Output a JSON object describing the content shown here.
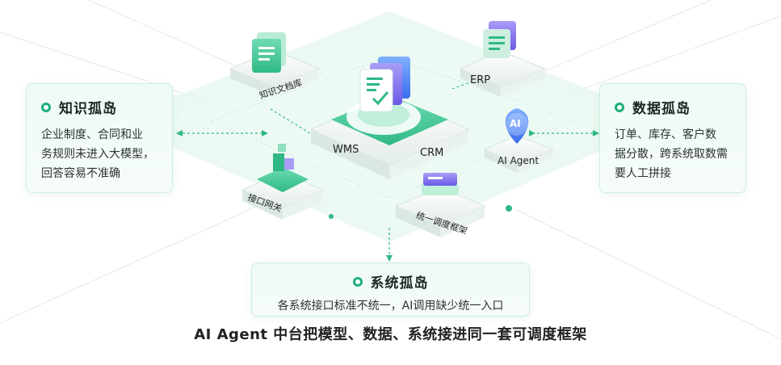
{
  "cards": {
    "knowledge": {
      "title": "知识孤岛",
      "body": [
        "企业制度、合同和业",
        "务规则未进入大模型，",
        "回答容易不准确"
      ]
    },
    "data": {
      "title": "数据孤岛",
      "body": [
        "订单、库存、客户数",
        "据分散，跨系统取数需",
        "要人工拼接"
      ]
    },
    "system": {
      "title": "系统孤岛",
      "body": [
        "各系统接口标准不统一，AI调用缺少统一入口"
      ]
    }
  },
  "nodes": {
    "knowledge_base": "知识文档库",
    "erp": "ERP",
    "wms": "WMS",
    "crm": "CRM",
    "ai_agent": "AI Agent",
    "ai_badge": "AI",
    "gateway": "接口网关",
    "framework": "统一调度框架"
  },
  "footer": "AI Agent 中台把模型、数据、系统接进同一套可调度框架",
  "colors": {
    "accent": "#1fae7a",
    "accent_light": "#dff5ec",
    "purple": "#7c6cf0",
    "blue": "#4a7cf0"
  }
}
